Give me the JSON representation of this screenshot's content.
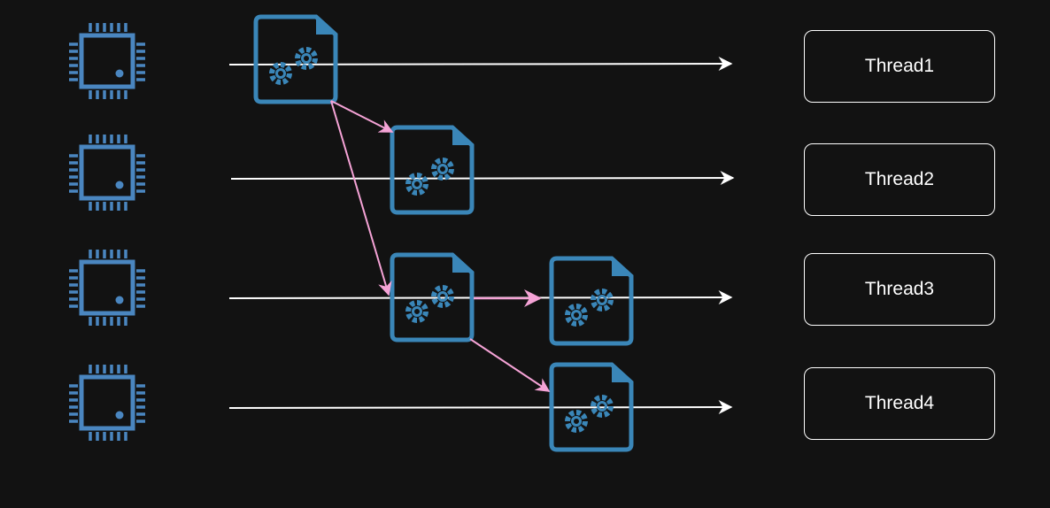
{
  "threads": [
    {
      "label": "Thread1"
    },
    {
      "label": "Thread2"
    },
    {
      "label": "Thread3"
    },
    {
      "label": "Thread4"
    }
  ],
  "icons": {
    "cpu": "cpu-chip-icon",
    "task": "task-file-gears-icon"
  },
  "colors": {
    "background": "#121212",
    "timeline": "#ffffff",
    "task_icon": "#3a86b8",
    "cpu_icon": "#4a86c0",
    "spawn_arrow": "#f5a3d6"
  }
}
